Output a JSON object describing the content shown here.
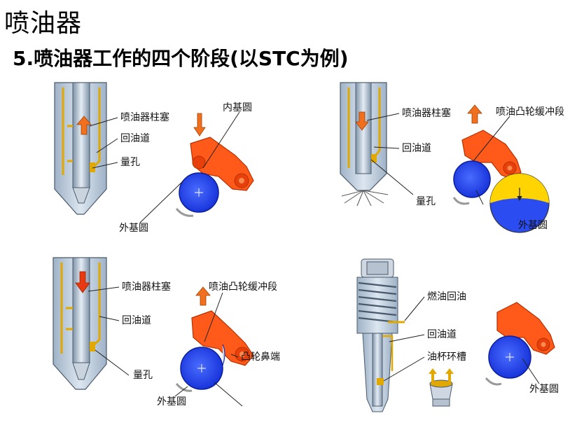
{
  "page": {
    "title": "喷油器",
    "subtitle": "5.喷油器工作的四个阶段(以STC为例)"
  },
  "colors": {
    "cam": "#ff5a1a",
    "roller": "#1e3ff0",
    "oil": "#e0a800",
    "arrow": "#f07020",
    "body": "#b8c6d6"
  },
  "panels": {
    "p1": {
      "plunger": "喷油器柱塞",
      "return": "回油道",
      "orifice": "量孔",
      "inner": "内基圆",
      "outer": "外基圆"
    },
    "p2": {
      "plunger": "喷油器柱塞",
      "return": "回油道",
      "buffer": "喷油凸轮缓冲段",
      "orifice": "量孔",
      "outer": "外基圆"
    },
    "p3": {
      "plunger": "喷油器柱塞",
      "return": "回油道",
      "orifice": "量孔",
      "buffer": "喷油凸轮缓冲段",
      "nose": "凸轮鼻端",
      "outer": "外基圆"
    },
    "p4": {
      "fuel_return": "燃油回油",
      "return": "回油道",
      "cup_groove": "油杯环槽",
      "outer": "外基圆"
    }
  }
}
